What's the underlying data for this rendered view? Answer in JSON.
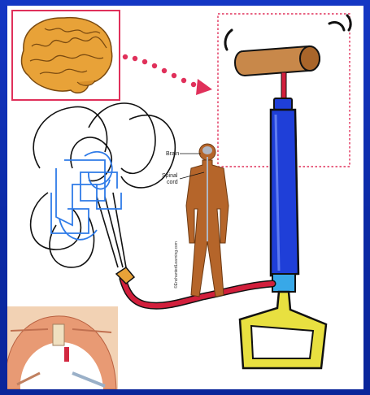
{
  "diagram": {
    "labels": {
      "brain": "Brain",
      "spinal_cord_line1": "Spinal",
      "spinal_cord_line2": "cord"
    },
    "credit": "©EnchantedLearning.com",
    "colors": {
      "background": "#0b2aa6",
      "panel": "#ffffff",
      "highlight_box": "#e0305a",
      "dots": "#e0305a",
      "pump_barrel": "#1f3fd8",
      "pump_handle": "#c8884a",
      "pump_grip": "#e8e040",
      "hose": "#d21f3c",
      "body_figure": "#b5652a",
      "nerve_lines": "#2f7be8"
    }
  }
}
